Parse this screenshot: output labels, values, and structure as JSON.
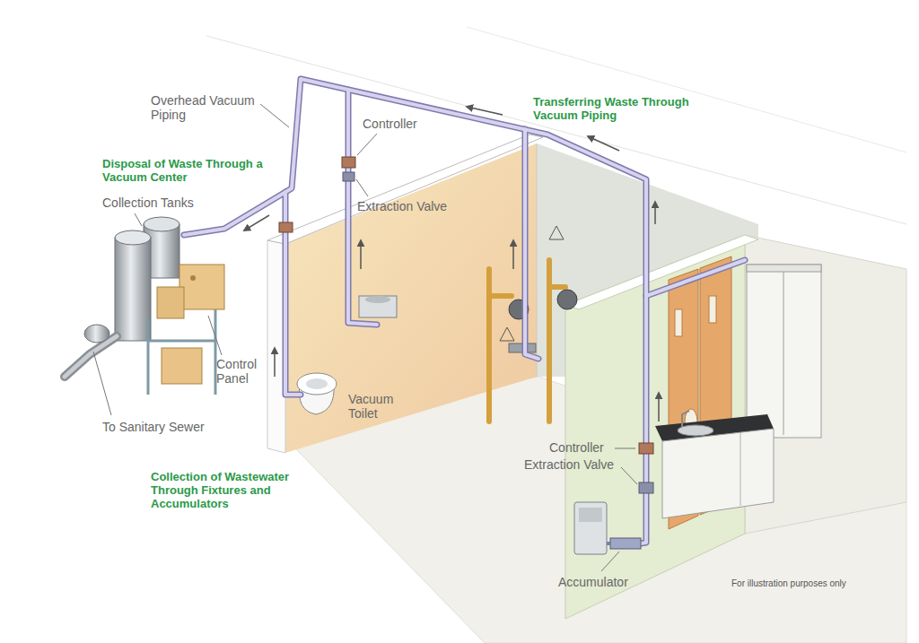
{
  "diagram": {
    "labels": [
      "Overhead Vacuum Piping",
      "Transferring Waste Through Vacuum Piping",
      "Controller",
      "Disposal of Waste Through a Vacuum Center",
      "Extraction Valve",
      "Collection Tanks",
      "Control Panel",
      "Vacuum Toilet",
      "To Sanitary Sewer",
      "Collection of Wastewater Through Fixtures and Accumulators",
      "Controller",
      "Extraction Valve",
      "Accumulator",
      "For illustration purposes only"
    ]
  }
}
